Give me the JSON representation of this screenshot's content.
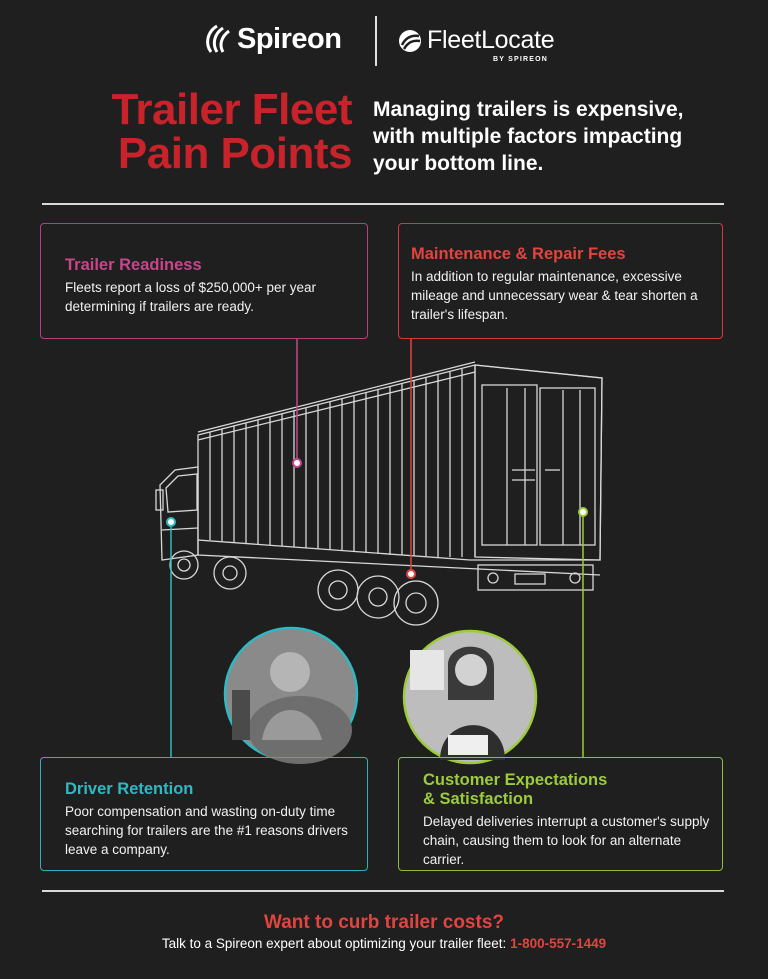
{
  "logos": {
    "spireon": "Spireon",
    "fleetlocate": "FleetLocate",
    "fleetlocate_tagline": "BY SPIREON"
  },
  "header": {
    "title_line1": "Trailer Fleet",
    "title_line2": "Pain Points",
    "subtitle": "Managing trailers is expensive, with multiple factors impacting your bottom line."
  },
  "pain_points": {
    "readiness": {
      "title": "Trailer Readiness",
      "text": "Fleets report a loss of $250,000+ per year determining if trailers are ready."
    },
    "maintenance": {
      "title": "Maintenance & Repair Fees",
      "text": "In addition to regular maintenance, excessive mileage and unnecessary wear & tear shorten a trailer's lifespan."
    },
    "driver": {
      "title": "Driver Retention",
      "text": "Poor compensation and wasting on-duty time searching for trailers are the #1 reasons drivers leave a company."
    },
    "customer": {
      "title_line1": "Customer Expectations",
      "title_line2": "& Satisfaction",
      "text": "Delayed deliveries interrupt a customer's supply chain, causing them to look for an alternate carrier."
    }
  },
  "colors": {
    "title_red": "#c8232b",
    "readiness": "#c6468c",
    "maintenance": "#e2443f",
    "driver": "#2fb9c2",
    "customer": "#9ccb3b",
    "background": "#1f1f1f"
  },
  "footer": {
    "cta_heading": "Want to curb trailer costs?",
    "cta_text": "Talk to a Spireon expert about optimizing your trailer fleet:",
    "phone": "1-800-557-1449"
  }
}
